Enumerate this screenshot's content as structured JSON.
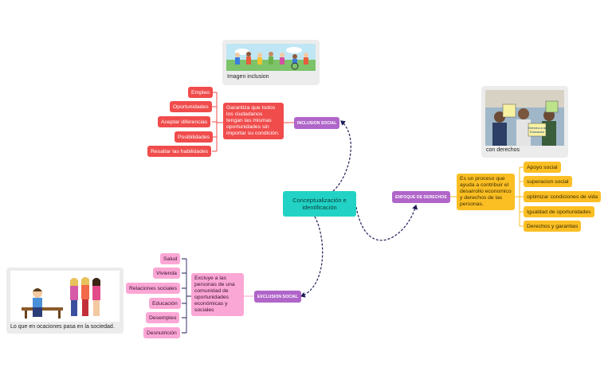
{
  "center": "Conceptualización e identificación",
  "inclusion": {
    "hub": "INCLUSION SOCIAL",
    "desc": "Garantiza que todos los ciudadanos tengan las mismas oportunidades sin importar su condición.",
    "leaves": [
      "Empleo",
      "Oportunidades",
      "Aceptar diferencias",
      "Posibilidades",
      "Resaltar las habilidades"
    ],
    "image_caption": "Imagen inclusion"
  },
  "derechos": {
    "hub": "ENFOQUE DE DERECHOS",
    "desc": "Es un proceso que ayuda a contribuir el desarrollo economico y derechos de las personas.",
    "leaves": [
      "Apoyo social",
      "superacion social",
      "optimizar condiciones de vida",
      "Igualdad de oportunidades",
      "Derechos y garantias"
    ],
    "image_caption": "con derechos",
    "sign_text": "Derecho a la Educación"
  },
  "exclusion": {
    "hub": "EXCLUSION SOCIAL",
    "desc": "Excluye a las personas de una comunidad de oportunidades económicas y sociales",
    "leaves": [
      "Salud",
      "Vivienda",
      "Relaciones sociales",
      "Educación",
      "Desempleo",
      "Desnutrición"
    ],
    "image_caption": "Lo que en ocaciones pasa en la sociedad."
  },
  "colors": {
    "center": "#22d3c5",
    "hub": "#b065c9",
    "inclusion": "#f04c4c",
    "derechos": "#fbbf24",
    "exclusion": "#fba7d5",
    "dashed_line": "#1e1e5a"
  }
}
